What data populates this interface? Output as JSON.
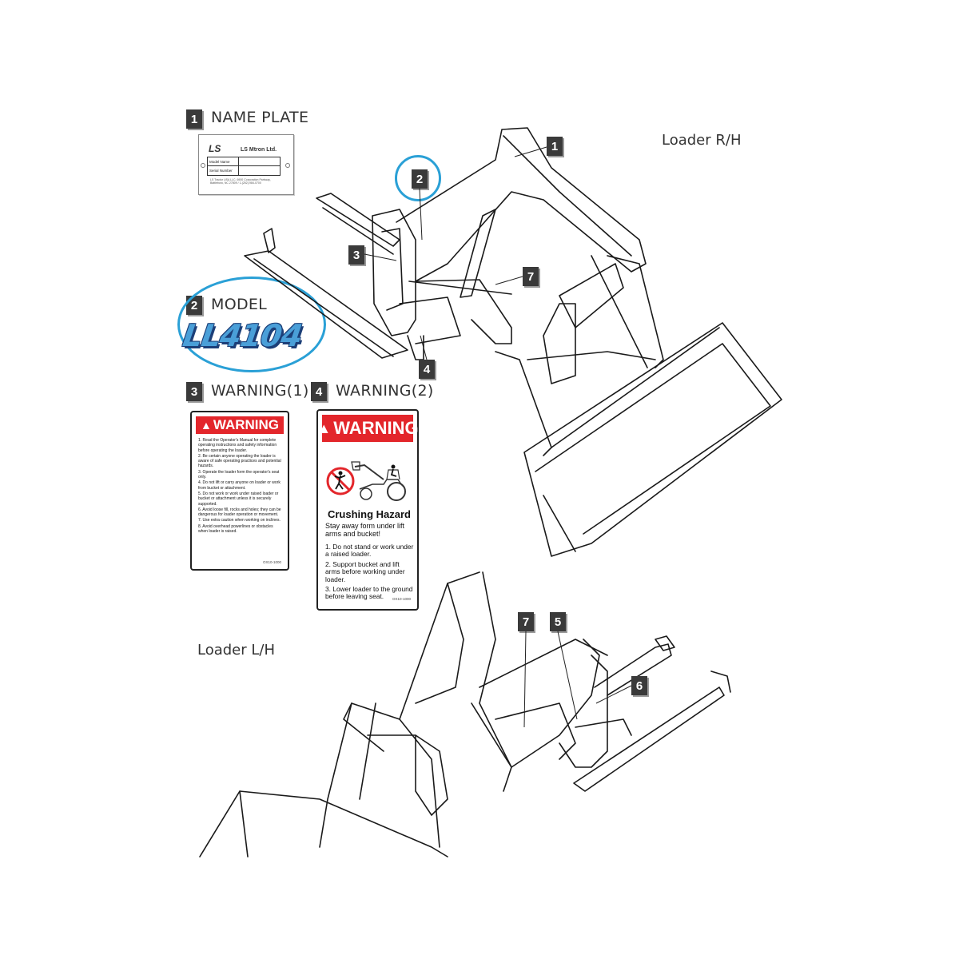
{
  "items": [
    {
      "num": "1",
      "label": "NAME PLATE"
    },
    {
      "num": "2",
      "label": "MODEL"
    },
    {
      "num": "3",
      "label": "WARNING(1)"
    },
    {
      "num": "4",
      "label": "WARNING(2)"
    }
  ],
  "views": {
    "right": "Loader R/H",
    "left": "Loader L/H"
  },
  "nameplate": {
    "logo": "LS",
    "company": "LS Mtron Ltd.",
    "rows": [
      "Model Name",
      "Serial Number"
    ],
    "address": "LS Tractor USA LLC, 6900 Corporation Parkway, Battleboro, NC 27809 / 1-(252)-984-0700"
  },
  "model": {
    "text": "LL4104",
    "highlight_color": "#2aa0d6"
  },
  "warning1": {
    "header": "WARNING",
    "items": [
      "1. Read the Operator's Manual for complete operating instructions and safety information before operating the loader.",
      "2. Be certain anyone operating the loader is aware of safe operating practices and potential hazards.",
      "3. Operate the loader form the operator's seat only.",
      "4. Do not lift or carry anyone on loader or work from bucket or attachment.",
      "5. Do not work or work under raised loader or bucket or attachment unless it is securely supported.",
      "6. Avoid loose fill, rocks and holes; they can be dangerous for loader operation or movement.",
      "7. Use extra caution when working on inclines.",
      "8. Avoid overhead powerlines or obstacles when loader is raised."
    ],
    "code": "OX10-1000"
  },
  "warning2": {
    "header": "WARNING",
    "title": "Crushing Hazard",
    "subtitle": "Stay away form under lift arms and bucket!",
    "items": [
      "1. Do not stand or work under a raised loader.",
      "2. Support bucket and lift arms before working under loader.",
      "3. Lower loader to the ground before leaving seat."
    ],
    "code": "OX10-1000"
  },
  "diagram_callouts_rh": [
    "1",
    "2",
    "3",
    "7",
    "4"
  ],
  "diagram_callouts_lh": [
    "7",
    "5",
    "6"
  ],
  "colors": {
    "warning_red": "#e3262b",
    "callout_dark": "#3a3a3a",
    "model_blue": "#4a9fd8",
    "model_outline": "#1c3f78"
  }
}
